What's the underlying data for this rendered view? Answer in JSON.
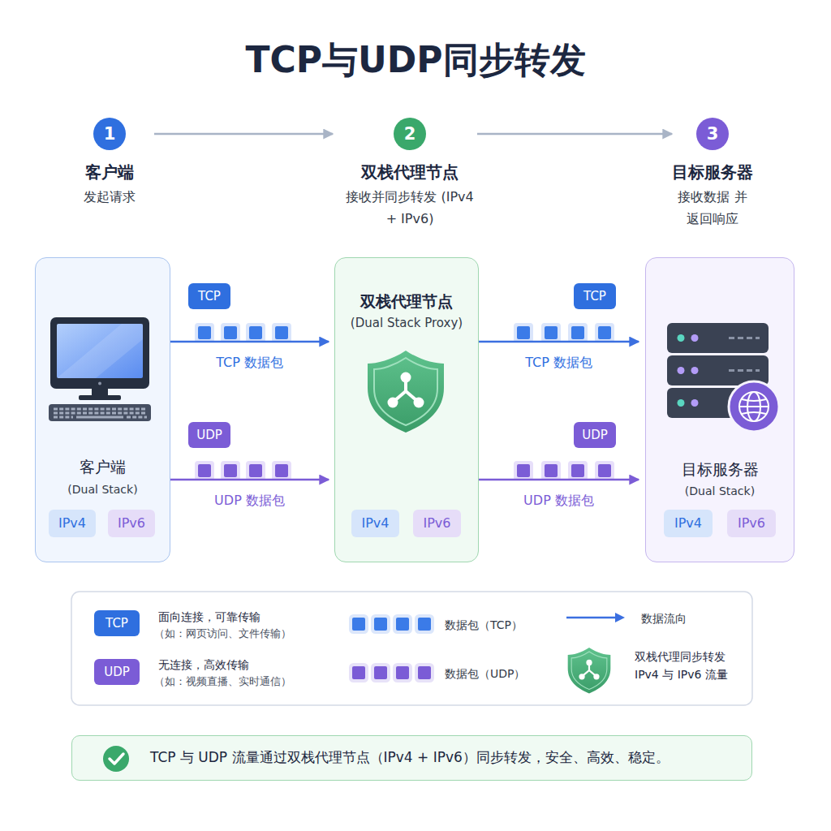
{
  "diagram": {
    "title": "TCP与UDP同步转发",
    "nodes": [
      {
        "text": [
          "1",
          "客户端",
          "发起请求"
        ]
      },
      {
        "text": [
          "2",
          "双栈代理节点",
          "接收并同步转发 (IPv4 + IPv6)"
        ]
      },
      {
        "text": [
          "3",
          "目标服务器",
          "接收数据 并返回响应"
        ]
      },
      {
        "text": [
          "客户端",
          "(Dual Stack)"
        ]
      },
      {
        "text": [
          "IPv4"
        ],
        "in": 3
      },
      {
        "text": [
          "IPv6"
        ],
        "in": 3
      },
      {
        "text": [
          "双栈代理节点",
          "(Dual Stack Proxy)"
        ]
      },
      {
        "text": [
          "IPv4"
        ],
        "in": 6
      },
      {
        "text": [
          "IPv6"
        ],
        "in": 6
      },
      {
        "text": [
          "目标服务器",
          "(Dual Stack)"
        ]
      },
      {
        "text": [
          "IPv4"
        ],
        "in": 9
      },
      {
        "text": [
          "IPv6"
        ],
        "in": 9
      },
      {
        "text": [
          "TCP"
        ]
      },
      {
        "text": [
          "UDP"
        ]
      },
      {
        "text": [
          "TCP"
        ]
      },
      {
        "text": [
          "UDP"
        ]
      },
      {
        "text": [
          "TCP 与 UDP 流量通过双栈代理节点（IPv4 + IPv6）同步转发，安全、高效、稳定。"
        ]
      }
    ],
    "edges": [
      {
        "from": 0,
        "to": 1,
        "arrow": "to"
      },
      {
        "from": 1,
        "to": 2,
        "arrow": "to"
      },
      {
        "from": 3,
        "to": 6,
        "label": "TCP 数据包",
        "arrow": "to"
      },
      {
        "from": 3,
        "to": 6,
        "label": "UDP 数据包",
        "arrow": "to"
      },
      {
        "from": 6,
        "to": 9,
        "label": "TCP 数据包",
        "arrow": "to"
      },
      {
        "from": 6,
        "to": 9,
        "label": "UDP 数据包",
        "arrow": "to"
      }
    ],
    "labels": [
      "TCP",
      "（如：网页访问、文件传输）",
      "UDP",
      "（如：视频直播、实时通信）"
    ],
    "legend": [
      {
        "text": "面向连接，可靠传输",
        "color": "#2f6fdf"
      },
      {
        "text": "数据包（TCP）",
        "color": "#3b7be8"
      },
      {
        "text": "数据流向"
      },
      {
        "text": "无连接，高效传输",
        "color": "#7b5cd6"
      },
      {
        "text": "数据包（UDP）",
        "color": "#7b5cd6"
      },
      {
        "text": "双栈代理同步转发 IPv4 与 IPv6 流量"
      }
    ]
  }
}
